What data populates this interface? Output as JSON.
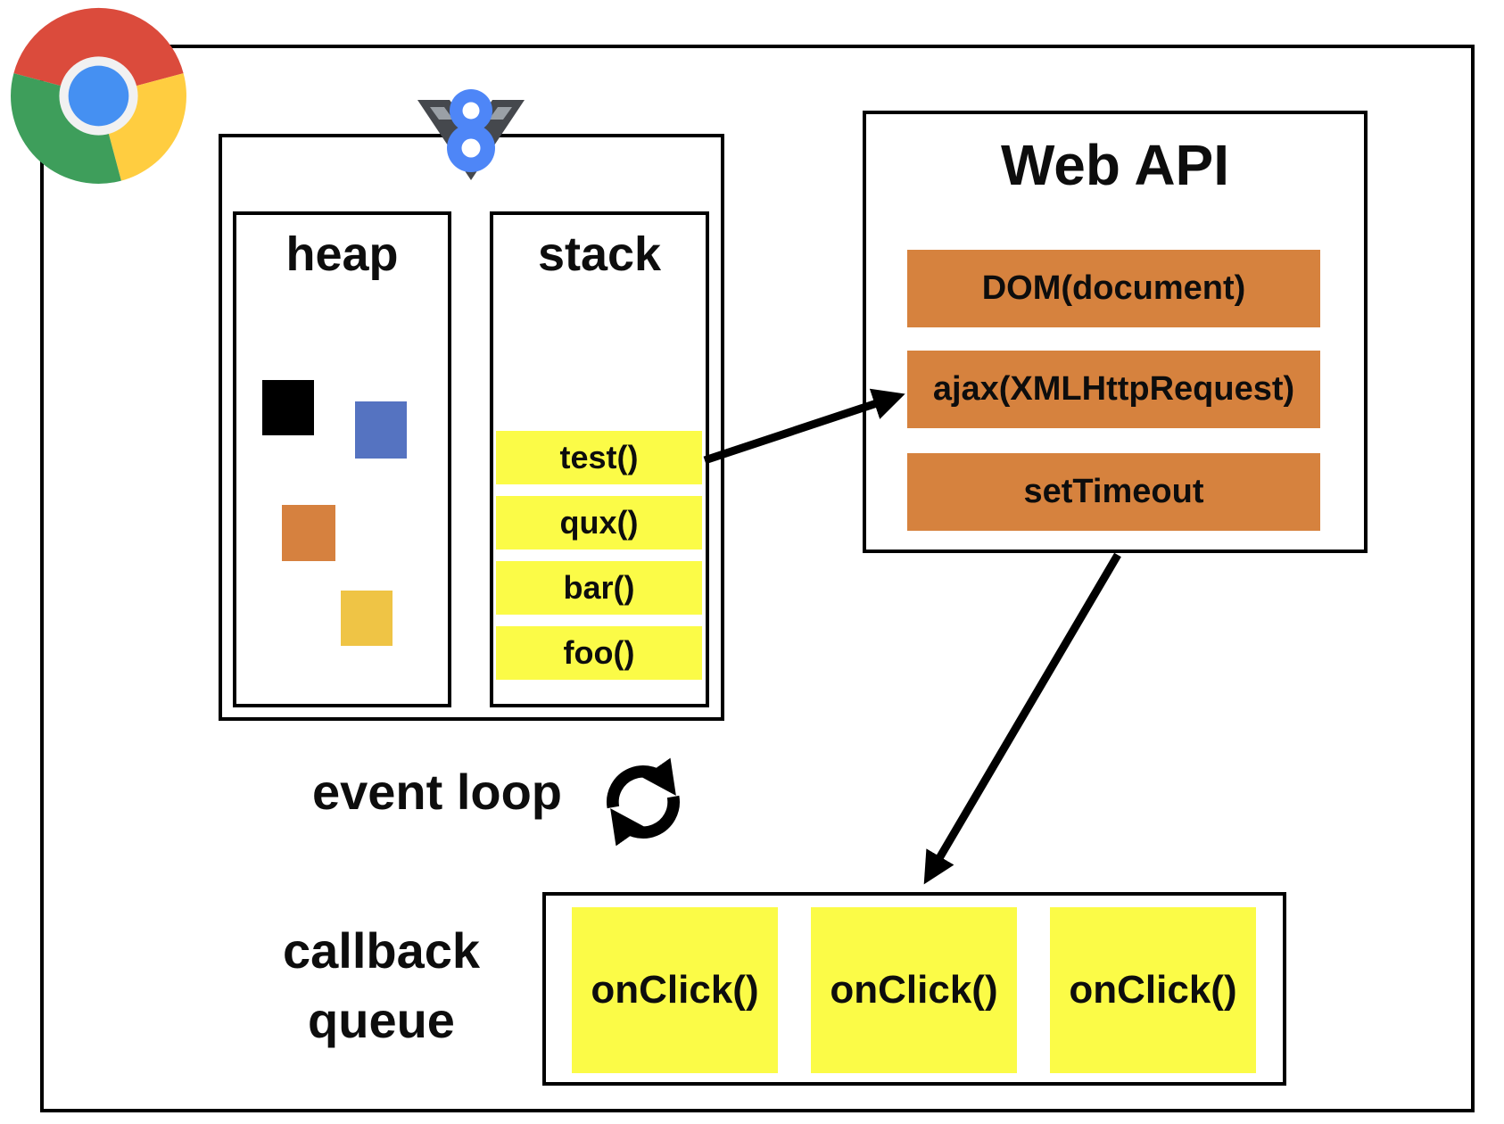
{
  "title": "javascript event loop diagram",
  "colors": {
    "line": "#000000",
    "text": "#0d0d0d",
    "stack_item_bg": "#FBFB47",
    "queue_item_bg": "#FBFB47",
    "web_api_item_bg": "#D6823E",
    "chrome_red": "#DB4B3C",
    "chrome_green": "#3E9E5B",
    "chrome_yellow": "#FFCD40",
    "chrome_blue": "#4590F2",
    "chrome_ring": "#F1F1F1",
    "v8_dark": "#45484D",
    "v8_facet": "#9AA0A6",
    "v8_blue": "#4E86F7"
  },
  "heap": {
    "label": "heap",
    "blocks": [
      {
        "name": "black-block",
        "color": "#000000"
      },
      {
        "name": "blue-block",
        "color": "#5573C1"
      },
      {
        "name": "orange-block",
        "color": "#D6813F"
      },
      {
        "name": "yellow-block",
        "color": "#EFC445"
      }
    ]
  },
  "stack": {
    "label": "stack",
    "frames": [
      "test()",
      "qux()",
      "bar()",
      "foo()"
    ]
  },
  "web_api": {
    "title": "Web API",
    "items": [
      "DOM(document)",
      "ajax(XMLHttpRequest)",
      "setTimeout"
    ]
  },
  "event_loop": {
    "label": "event loop"
  },
  "callback_queue": {
    "label": "callback queue",
    "items": [
      "onClick()",
      "onClick()",
      "onClick()"
    ]
  }
}
